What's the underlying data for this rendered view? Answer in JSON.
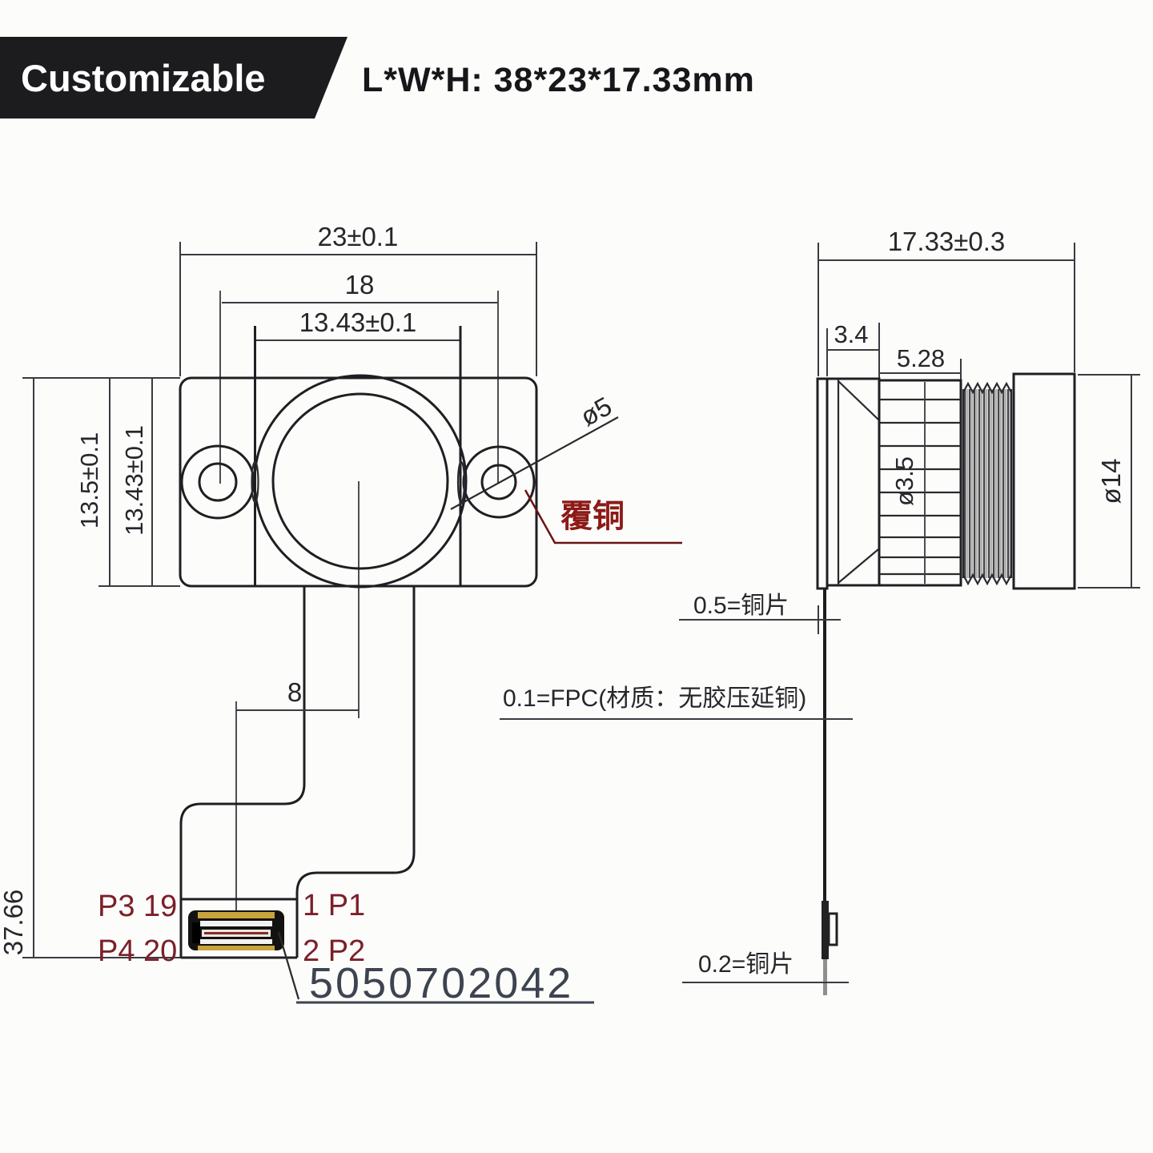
{
  "banner": {
    "label": "Customizable",
    "size_text": "L*W*H: 38*23*17.33mm"
  },
  "front_view": {
    "dim_width_outer": "23±0.1",
    "dim_hole_pitch": "18",
    "dim_sensor_width": "13.43±0.1",
    "dim_height_outer": "13.5±0.1",
    "dim_sensor_height": "13.43±0.1",
    "dim_total_length": "37.66",
    "dim_tail_offset": "8",
    "dim_hole_dia": "ø5",
    "copper_note": "覆铜",
    "pin_left_top": "P3 19",
    "pin_left_bottom": "P4 20",
    "pin_right_top": "1 P1",
    "pin_right_bottom": "2 P2",
    "part_number": "5050702042"
  },
  "side_view": {
    "dim_depth": "17.33±0.3",
    "dim_holder": "3.4",
    "dim_barrel": "5.28",
    "dim_barrel_dia": "ø3.5",
    "dim_lens_dia": "ø14",
    "note_copper_05": "0.5=铜片",
    "note_fpc": "0.1=FPC(材质：无胶压延铜)",
    "note_copper_02": "0.2=铜片"
  },
  "colors": {
    "banner_bg": "#1c1c1e",
    "line": "#1f1f23",
    "dim_line": "#3a3a40",
    "dark_red_text": "#7b1f28",
    "copper_red": "#8c1a16",
    "part_number_text": "#3d4450",
    "connector_gold": "#c9a43c",
    "background": "#fcfcfb"
  }
}
